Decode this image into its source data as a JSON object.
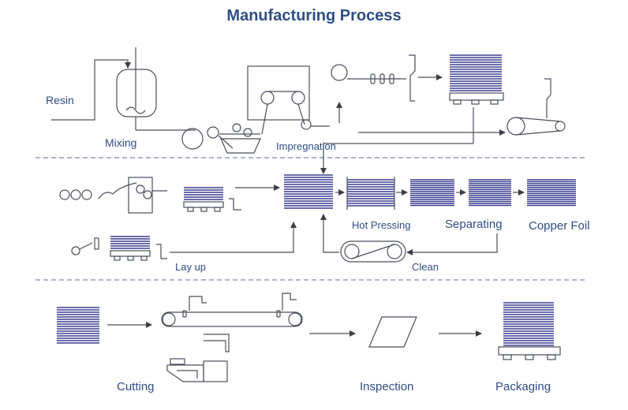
{
  "title": "Manufacturing Process",
  "labels": {
    "resin": "Resin",
    "mixing": "Mixing",
    "impregnation": "Impregnation",
    "hot_pressing": "Hot Pressing",
    "separating": "Separating",
    "copper_foil": "Copper Foil",
    "lay_up": "Lay up",
    "clean": "Clean",
    "cutting": "Cutting",
    "inspection": "Inspection",
    "packaging": "Packaging"
  },
  "colors": {
    "text": "#2e4e86",
    "line": "#4a4f5c",
    "stack": "#3a3f90",
    "divider": "#7a8ab0"
  }
}
